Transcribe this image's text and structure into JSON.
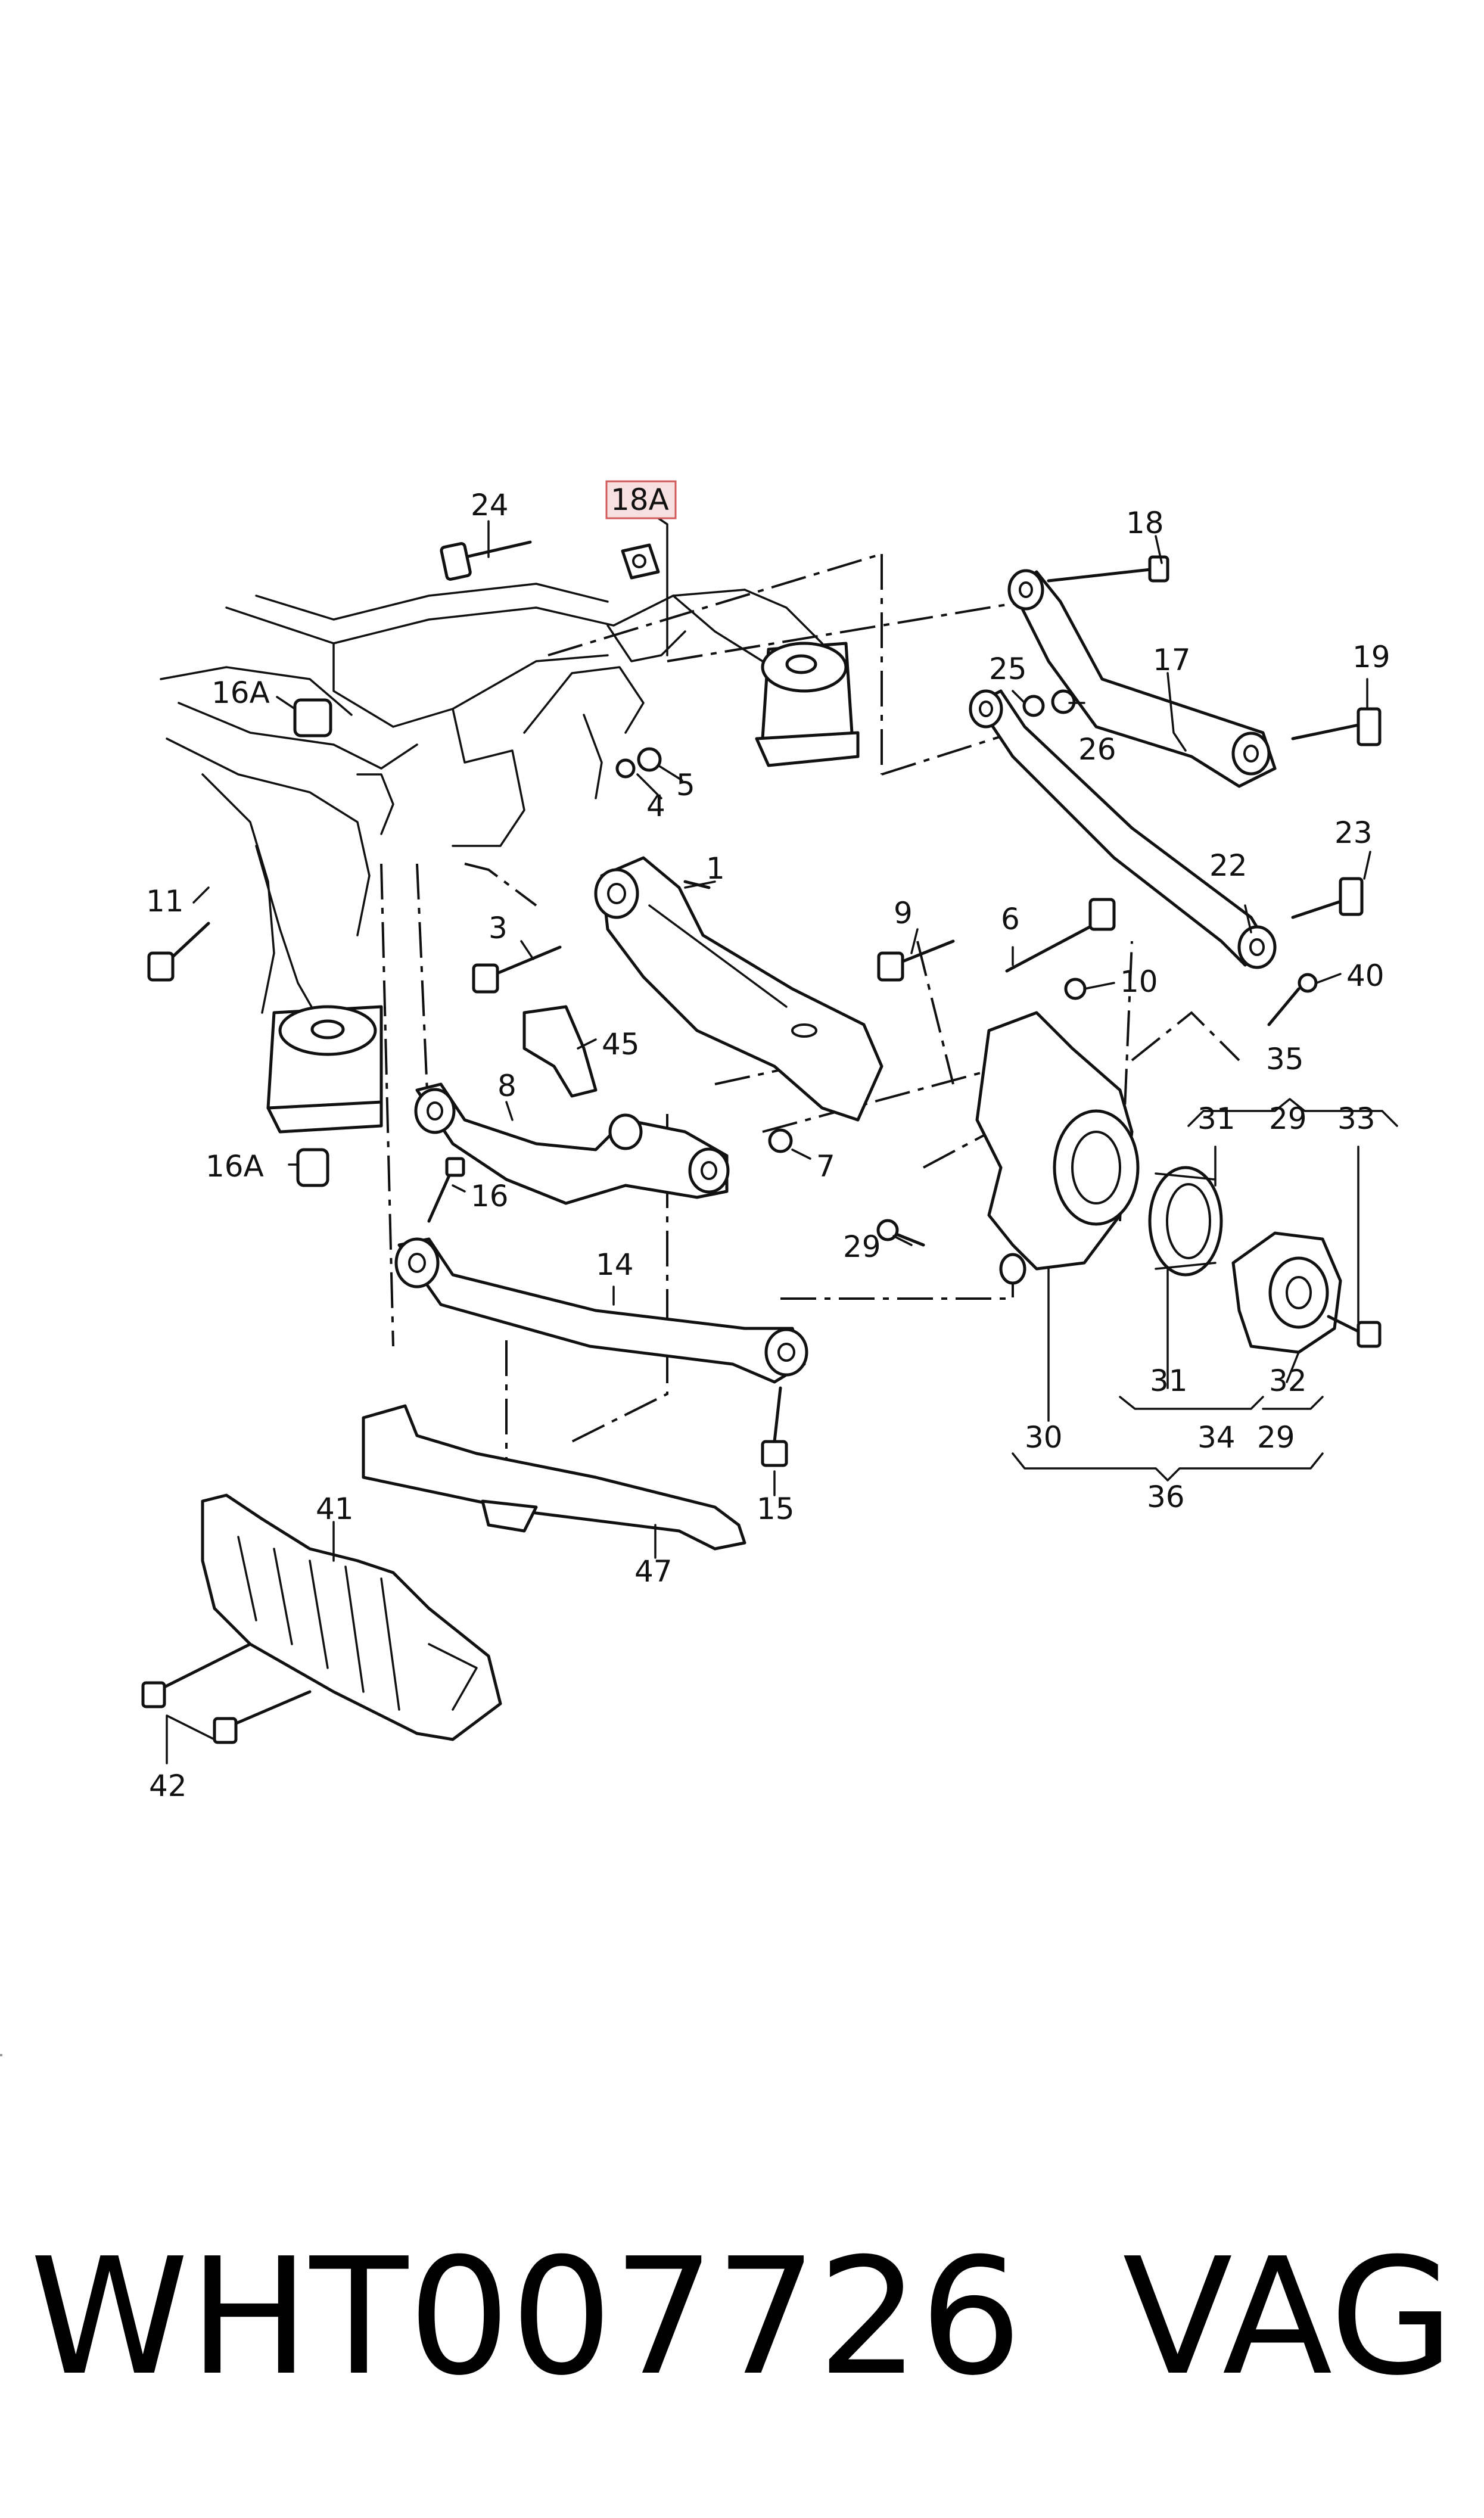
{
  "diagram": {
    "callouts": [
      {
        "id": "24",
        "text": "24"
      },
      {
        "id": "18A",
        "text": "18A",
        "highlighted": true
      },
      {
        "id": "18",
        "text": "18"
      },
      {
        "id": "17",
        "text": "17"
      },
      {
        "id": "19",
        "text": "19"
      },
      {
        "id": "25",
        "text": "25"
      },
      {
        "id": "26",
        "text": "26"
      },
      {
        "id": "16A-top",
        "text": "16A"
      },
      {
        "id": "5",
        "text": "5"
      },
      {
        "id": "4",
        "text": "4"
      },
      {
        "id": "1",
        "text": "1"
      },
      {
        "id": "22",
        "text": "22"
      },
      {
        "id": "23",
        "text": "23"
      },
      {
        "id": "11",
        "text": "11"
      },
      {
        "id": "3",
        "text": "3"
      },
      {
        "id": "9",
        "text": "9"
      },
      {
        "id": "6",
        "text": "6"
      },
      {
        "id": "10",
        "text": "10"
      },
      {
        "id": "40",
        "text": "40"
      },
      {
        "id": "45",
        "text": "45"
      },
      {
        "id": "35",
        "text": "35"
      },
      {
        "id": "8",
        "text": "8"
      },
      {
        "id": "31-top",
        "text": "31"
      },
      {
        "id": "29-top",
        "text": "29"
      },
      {
        "id": "33",
        "text": "33"
      },
      {
        "id": "16A-bottom",
        "text": "16A"
      },
      {
        "id": "7",
        "text": "7"
      },
      {
        "id": "16",
        "text": "16"
      },
      {
        "id": "14",
        "text": "14"
      },
      {
        "id": "29-left",
        "text": "29"
      },
      {
        "id": "31-bottom",
        "text": "31"
      },
      {
        "id": "32",
        "text": "32"
      },
      {
        "id": "30",
        "text": "30"
      },
      {
        "id": "34",
        "text": "34"
      },
      {
        "id": "29-bottom",
        "text": "29"
      },
      {
        "id": "36",
        "text": "36"
      },
      {
        "id": "41",
        "text": "41"
      },
      {
        "id": "15",
        "text": "15"
      },
      {
        "id": "47",
        "text": "47"
      },
      {
        "id": "42",
        "text": "42"
      }
    ],
    "highlight_color": "#d05a5a"
  },
  "footer": {
    "part_number": "WHT007726",
    "brand": "VAG"
  }
}
